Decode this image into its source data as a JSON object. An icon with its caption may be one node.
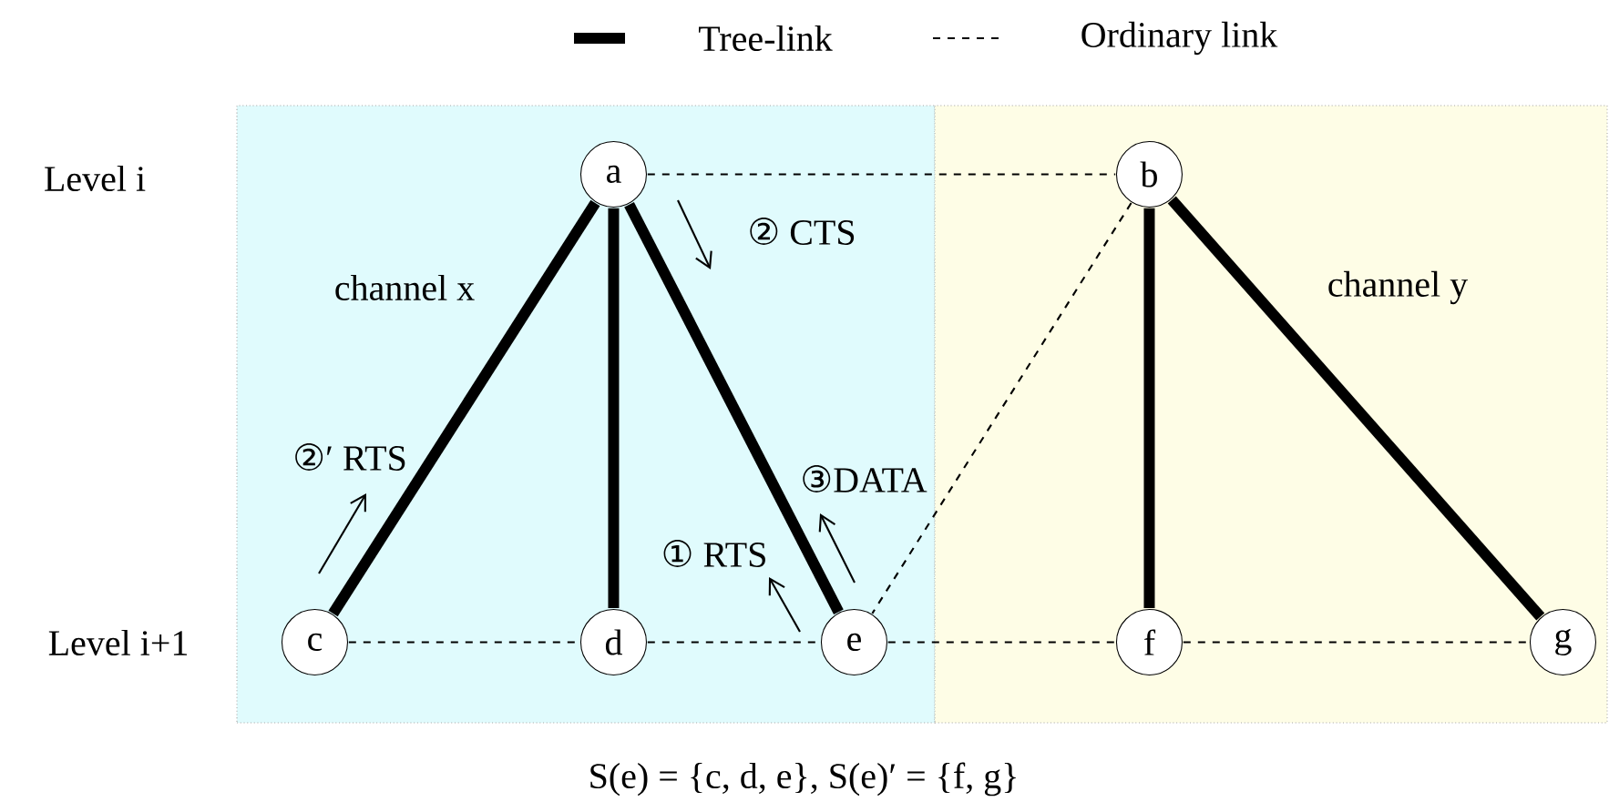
{
  "diagram": {
    "caption": "S(e) = {c, d, e}, S(e)′ = {f, g}",
    "nodes": [
      {
        "text": [
          "channel x"
        ]
      },
      {
        "text": [
          "channel y"
        ]
      },
      {
        "text": [
          "a"
        ],
        "in": 0
      },
      {
        "text": [
          "b"
        ],
        "in": 1
      },
      {
        "text": [
          "c"
        ],
        "in": 0
      },
      {
        "text": [
          "d"
        ],
        "in": 0
      },
      {
        "text": [
          "e"
        ],
        "in": 0
      },
      {
        "text": [
          "f"
        ],
        "in": 1
      },
      {
        "text": [
          "g"
        ],
        "in": 1
      }
    ],
    "edges": [
      {
        "from": 2,
        "to": 3,
        "arrow": "none",
        "style": "dashed"
      },
      {
        "from": 2,
        "to": 4,
        "arrow": "none",
        "style": "thick"
      },
      {
        "from": 2,
        "to": 5,
        "arrow": "none",
        "style": "thick"
      },
      {
        "from": 2,
        "to": 6,
        "arrow": "none",
        "style": "thick"
      },
      {
        "from": 3,
        "to": 6,
        "arrow": "none",
        "style": "dashed"
      },
      {
        "from": 3,
        "to": 7,
        "arrow": "none",
        "style": "thick"
      },
      {
        "from": 3,
        "to": 8,
        "arrow": "none",
        "style": "thick"
      },
      {
        "from": 4,
        "to": 5,
        "arrow": "none",
        "style": "dashed"
      },
      {
        "from": 5,
        "to": 6,
        "arrow": "none",
        "style": "dashed"
      },
      {
        "from": 6,
        "to": 7,
        "arrow": "none",
        "style": "dashed"
      },
      {
        "from": 7,
        "to": 8,
        "arrow": "none",
        "style": "dashed"
      }
    ],
    "labels": [
      "Level i",
      "② CTS",
      "②′ RTS",
      "③DATA",
      "① RTS",
      "Level i+1"
    ],
    "legend": [
      {
        "text": "Tree-link"
      },
      {
        "text": "Ordinary link"
      }
    ]
  }
}
